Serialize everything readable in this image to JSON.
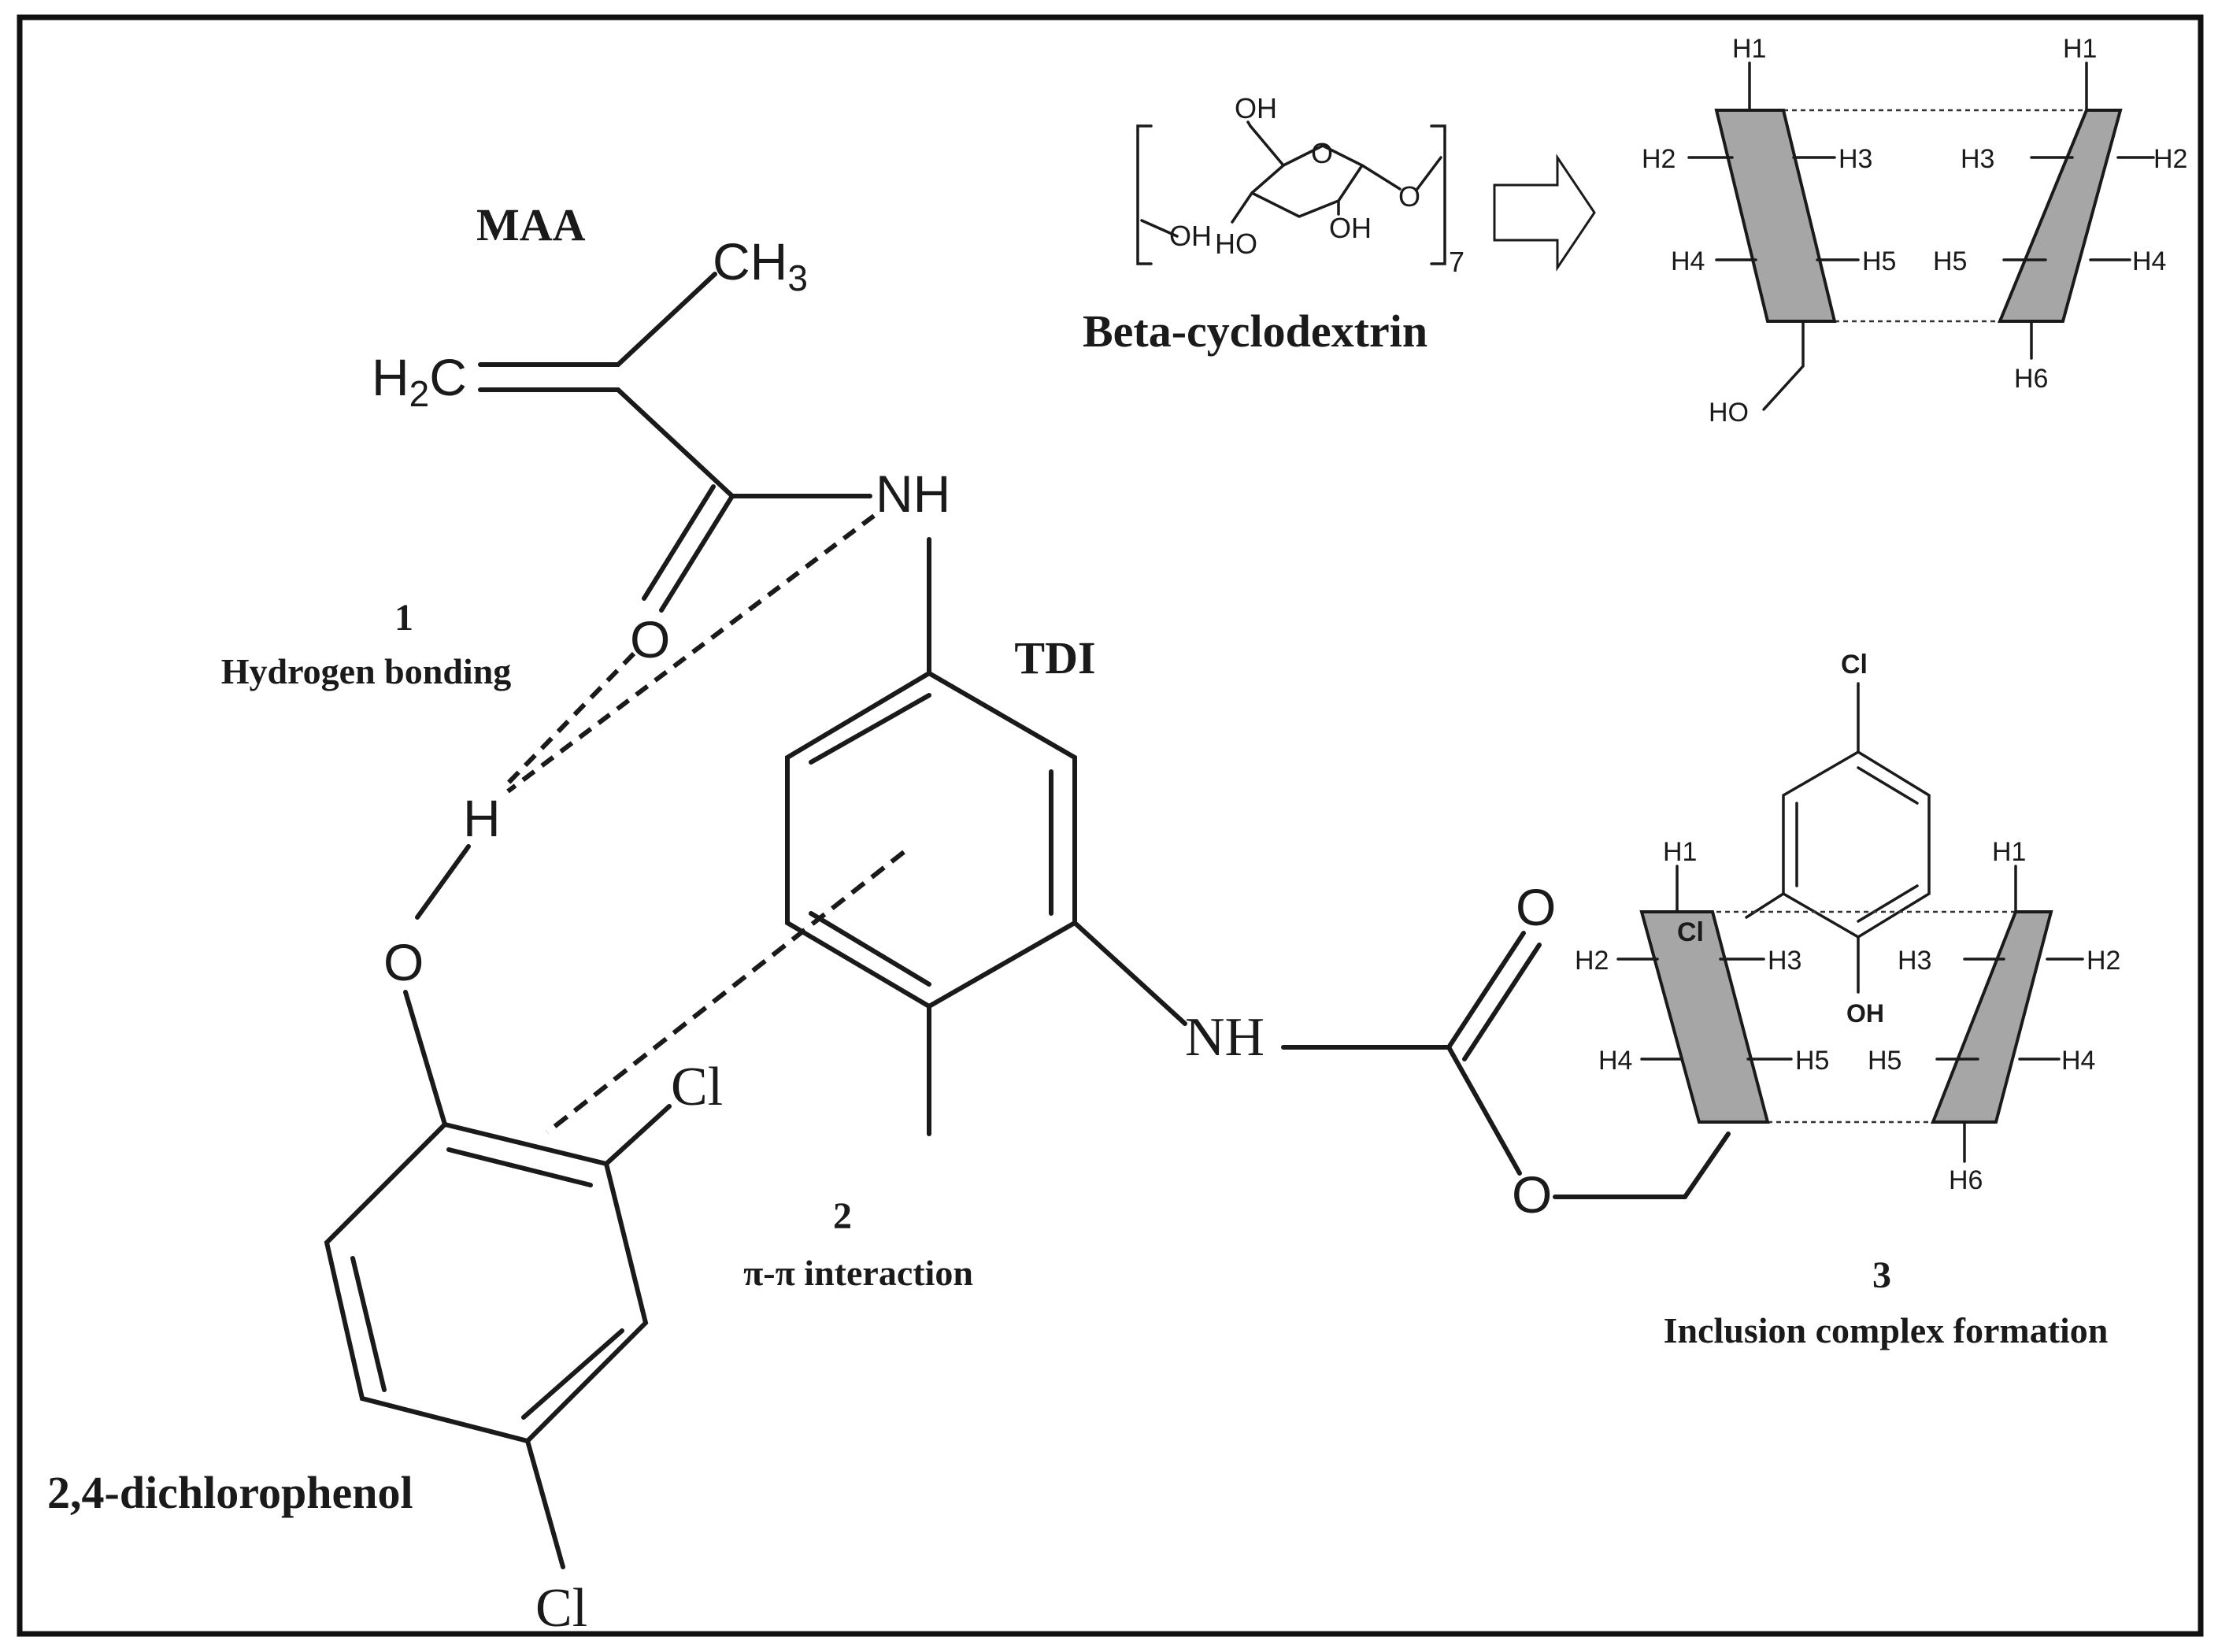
{
  "labels": {
    "maa": "MAA",
    "tdi": "TDI",
    "beta_cd": "Beta-cyclodextrin",
    "dcp": "2,4-dichlorophenol",
    "int1_num": "1",
    "int1_text": "Hydrogen bonding",
    "int2_num": "2",
    "int2_text": "π-π interaction",
    "int3_num": "3",
    "int3_text": "Inclusion complex formation"
  },
  "atoms": {
    "ch3": "CH",
    "ch3_sub": "3",
    "h2c": "H",
    "h2c_sub": "2",
    "h2c_c": "C",
    "nh_top": "NH",
    "nh_mid": "NH",
    "o_carbonyl": "O",
    "o_urethane_carbonyl": "O",
    "o_urethane_ester": "O",
    "h_phenol": "H",
    "o_phenol": "O",
    "cl_2": "Cl",
    "cl_4": "Cl",
    "glu_oh_top": "OH",
    "glu_o_ring": "O",
    "glu_o_link": "O",
    "glu_oh_left": "OH",
    "glu_ho": "HO",
    "glu_oh_right": "OH",
    "glu_repeat": "7",
    "guest_cl_top": "Cl",
    "guest_cl_inner": "Cl",
    "guest_oh": "OH"
  },
  "cd_top": {
    "h1": "H1",
    "h2": "H2",
    "h3": "H3",
    "h4": "H4",
    "h5": "H5",
    "h6": "H6",
    "ho": "HO"
  },
  "cd_bottom": {
    "h1": "H1",
    "h2": "H2",
    "h3": "H3",
    "h4": "H4",
    "h5": "H5",
    "h6": "H6"
  }
}
